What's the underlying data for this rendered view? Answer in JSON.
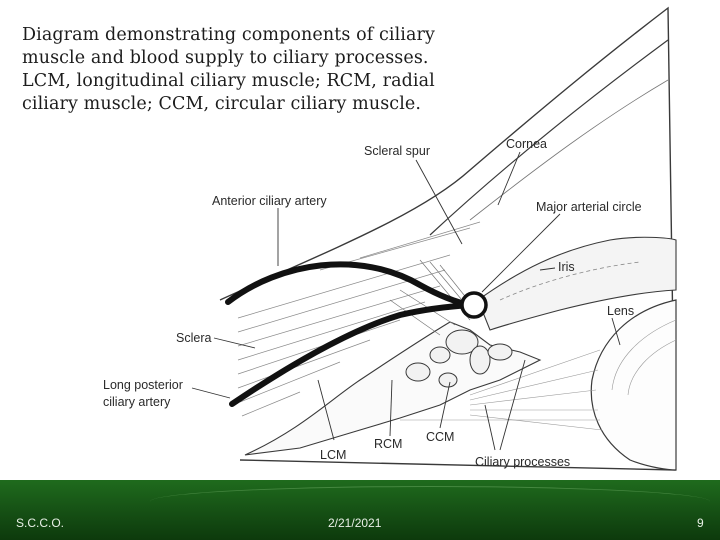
{
  "caption": "Diagram demonstrating components of ciliary muscle and blood supply to ciliary processes. LCM, longitudinal ciliary muscle; RCM, radial ciliary muscle; CCM, circular ciliary muscle.",
  "labels": {
    "scleral_spur": "Scleral spur",
    "cornea": "Cornea",
    "anterior_ciliary_artery": "Anterior ciliary artery",
    "major_arterial_circle": "Major arterial circle",
    "iris": "Iris",
    "lens": "Lens",
    "sclera": "Sclera",
    "long_posterior_1": "Long posterior",
    "long_posterior_2": "ciliary artery",
    "lcm": "LCM",
    "rcm": "RCM",
    "ccm": "CCM",
    "ciliary_processes": "Ciliary processes"
  },
  "footer": {
    "left": "S.C.C.O.",
    "center": "2/21/2021",
    "page": "9"
  },
  "colors": {
    "footer_green": "#1a5e18",
    "ink": "#2a2a2a"
  }
}
